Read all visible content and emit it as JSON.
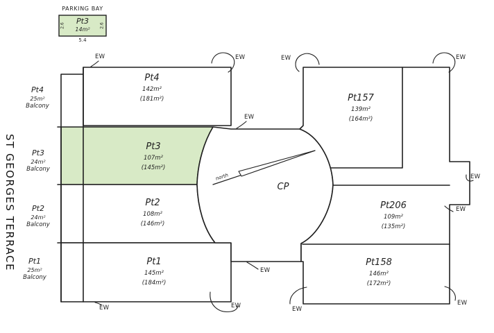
{
  "canvas": {
    "background": "#ffffff",
    "line_color": "#1f1f1f",
    "highlight_color": "#d8eac6"
  },
  "legend": {
    "title": "PARKING BAY",
    "unit_name": "Pt3",
    "unit_area": "14m²",
    "dim_bottom": "5.4",
    "dim_left": "2.6",
    "dim_right": "2.6"
  },
  "street_name": "ST GEORGES TERRACE",
  "wall_label": "EW",
  "north_label": "north",
  "common_property_label": "CP",
  "balconies": [
    {
      "unit": "Pt4",
      "area": "25m²",
      "label": "Balcony"
    },
    {
      "unit": "Pt3",
      "area": "24m²",
      "label": "Balcony"
    },
    {
      "unit": "Pt2",
      "area": "24m²",
      "label": "Balcony"
    },
    {
      "unit": "Pt1",
      "area": "25m²",
      "label": "Balcony"
    }
  ],
  "units": [
    {
      "name": "Pt4",
      "area": "142m²",
      "total": "(181m²)",
      "highlighted": false
    },
    {
      "name": "Pt3",
      "area": "107m²",
      "total": "(145m²)",
      "highlighted": true
    },
    {
      "name": "Pt2",
      "area": "108m²",
      "total": "(146m²)",
      "highlighted": false
    },
    {
      "name": "Pt1",
      "area": "145m²",
      "total": "(184m²)",
      "highlighted": false
    },
    {
      "name": "Pt157",
      "area": "139m²",
      "total": "(164m²)",
      "highlighted": false
    },
    {
      "name": "Pt206",
      "area": "109m²",
      "total": "(135m²)",
      "highlighted": false
    },
    {
      "name": "Pt158",
      "area": "146m²",
      "total": "(172m²)",
      "highlighted": false
    }
  ]
}
